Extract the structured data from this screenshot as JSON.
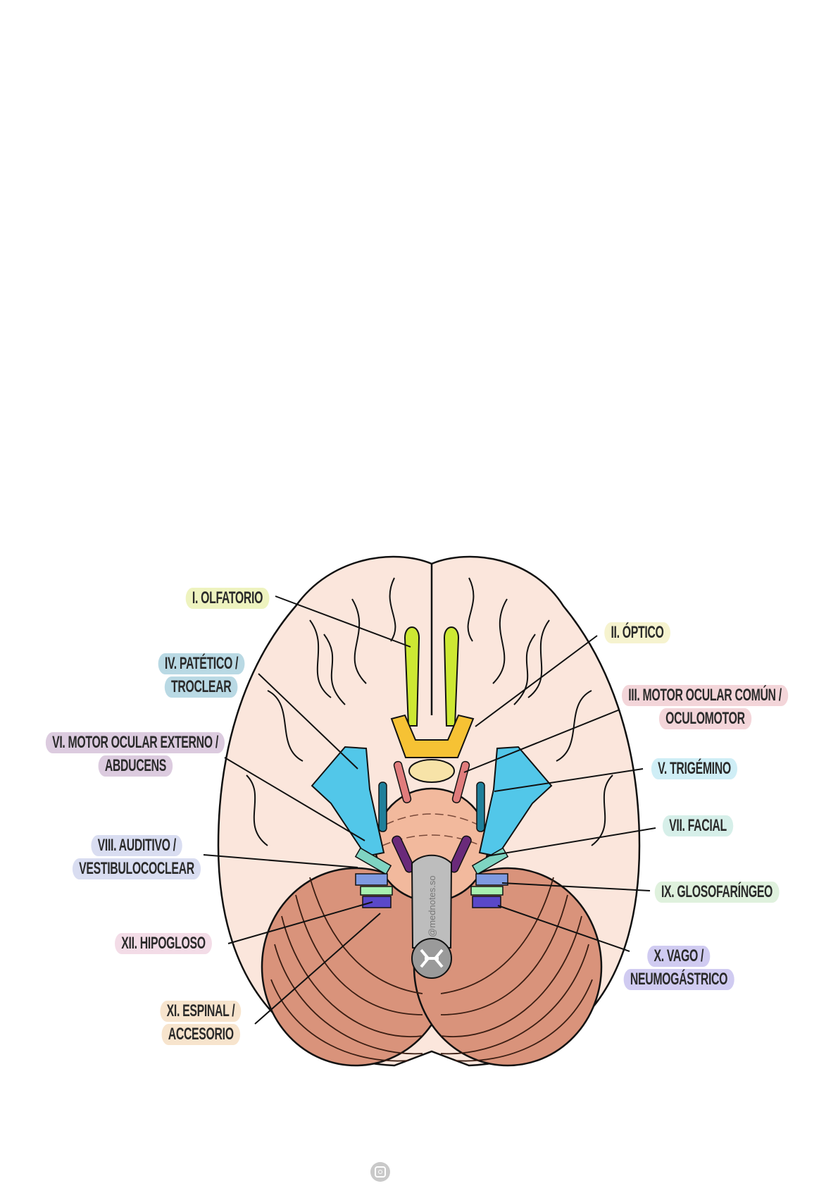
{
  "labels": {
    "olfatorio": {
      "lines": [
        "I. OLFATORIO"
      ],
      "color": "#eef3bf"
    },
    "optico": {
      "lines": [
        "II. ÓPTICO"
      ],
      "color": "#f6f3cf"
    },
    "patetico": {
      "lines": [
        "IV. PATÉTICO /",
        "TROCLEAR"
      ],
      "color": "#b9d9e4"
    },
    "motor_comun": {
      "lines": [
        "III. MOTOR OCULAR COMÚN /",
        "OCULOMOTOR"
      ],
      "color": "#f3d5d9"
    },
    "motor_externo": {
      "lines": [
        "VI. MOTOR OCULAR EXTERNO /",
        "ABDUCENS"
      ],
      "color": "#dccbdf"
    },
    "trigemino": {
      "lines": [
        "V. TRIGÉMINO"
      ],
      "color": "#cfeef6"
    },
    "facial": {
      "lines": [
        "VII. FACIAL"
      ],
      "color": "#d6efe9"
    },
    "auditivo": {
      "lines": [
        "VIII. AUDITIVO /",
        "VESTIBULOCOCLEAR"
      ],
      "color": "#d9ddf1"
    },
    "glosofaringeo": {
      "lines": [
        "IX. GLOSOFARÍNGEO"
      ],
      "color": "#dff1dd"
    },
    "hipogloso": {
      "lines": [
        "XII. HIPOGLOSO"
      ],
      "color": "#f3dce7"
    },
    "vago": {
      "lines": [
        "X. VAGO /",
        "NEUMOGÁSTRICO"
      ],
      "color": "#d0cbf1"
    },
    "espinal": {
      "lines": [
        "XI. ESPINAL /",
        "ACCESORIO"
      ],
      "color": "#f7e4cd"
    }
  },
  "watermark": "@mednotes.so",
  "footer_icon": "instagram-icon",
  "colors": {
    "cerebrum": "#fbe6dc",
    "cerebellum": "#d9937b",
    "pons": "#f2b99d",
    "olfactory": "#cde833",
    "optic": "#f6c234",
    "trigeminal": "#52c7e9",
    "medulla": "#bdbdbd"
  }
}
